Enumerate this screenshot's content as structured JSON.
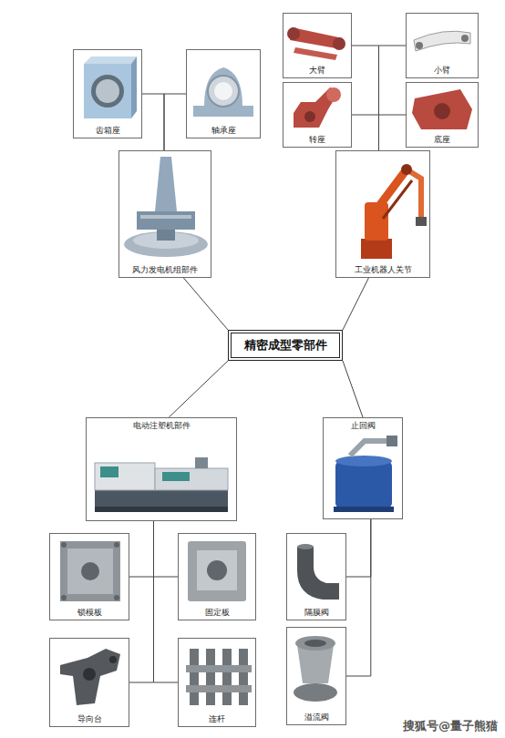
{
  "diagram": {
    "nodes": [
      {
        "text": [
          "大臂"
        ]
      },
      {
        "text": [
          "小臂"
        ]
      },
      {
        "text": [
          "齿箱座"
        ]
      },
      {
        "text": [
          "轴承座"
        ]
      },
      {
        "text": [
          "转座"
        ]
      },
      {
        "text": [
          "底座"
        ]
      },
      {
        "text": [
          "风力发电机组部件"
        ]
      },
      {
        "text": [
          "工业机器人关节"
        ]
      },
      {
        "text": [
          "精密成型零部件"
        ]
      },
      {
        "text": [
          "电动注塑机部件"
        ]
      },
      {
        "text": [
          "止回阀"
        ]
      },
      {
        "text": [
          "锁模板"
        ]
      },
      {
        "text": [
          "固定板"
        ]
      },
      {
        "text": [
          "隔膜阀"
        ]
      },
      {
        "text": [
          "导向台"
        ]
      },
      {
        "text": [
          "连杆"
        ]
      },
      {
        "text": [
          "溢流阀"
        ]
      }
    ],
    "edges": [
      {
        "from": 8,
        "to": 6,
        "arrow": "none"
      },
      {
        "from": 8,
        "to": 7,
        "arrow": "none"
      },
      {
        "from": 8,
        "to": 9,
        "arrow": "none"
      },
      {
        "from": 8,
        "to": 10,
        "arrow": "none"
      },
      {
        "from": 6,
        "to": 2,
        "arrow": "none"
      },
      {
        "from": 6,
        "to": 3,
        "arrow": "none"
      },
      {
        "from": 7,
        "to": 0,
        "arrow": "none"
      },
      {
        "from": 7,
        "to": 1,
        "arrow": "none"
      },
      {
        "from": 7,
        "to": 4,
        "arrow": "none"
      },
      {
        "from": 7,
        "to": 5,
        "arrow": "none"
      },
      {
        "from": 9,
        "to": 11,
        "arrow": "none"
      },
      {
        "from": 9,
        "to": 12,
        "arrow": "none"
      },
      {
        "from": 9,
        "to": 14,
        "arrow": "none"
      },
      {
        "from": 9,
        "to": 15,
        "arrow": "none"
      },
      {
        "from": 10,
        "to": 13,
        "arrow": "none"
      },
      {
        "from": 10,
        "to": 16,
        "arrow": "none"
      }
    ],
    "labels": [
      "搜狐号@量子熊猫"
    ]
  }
}
